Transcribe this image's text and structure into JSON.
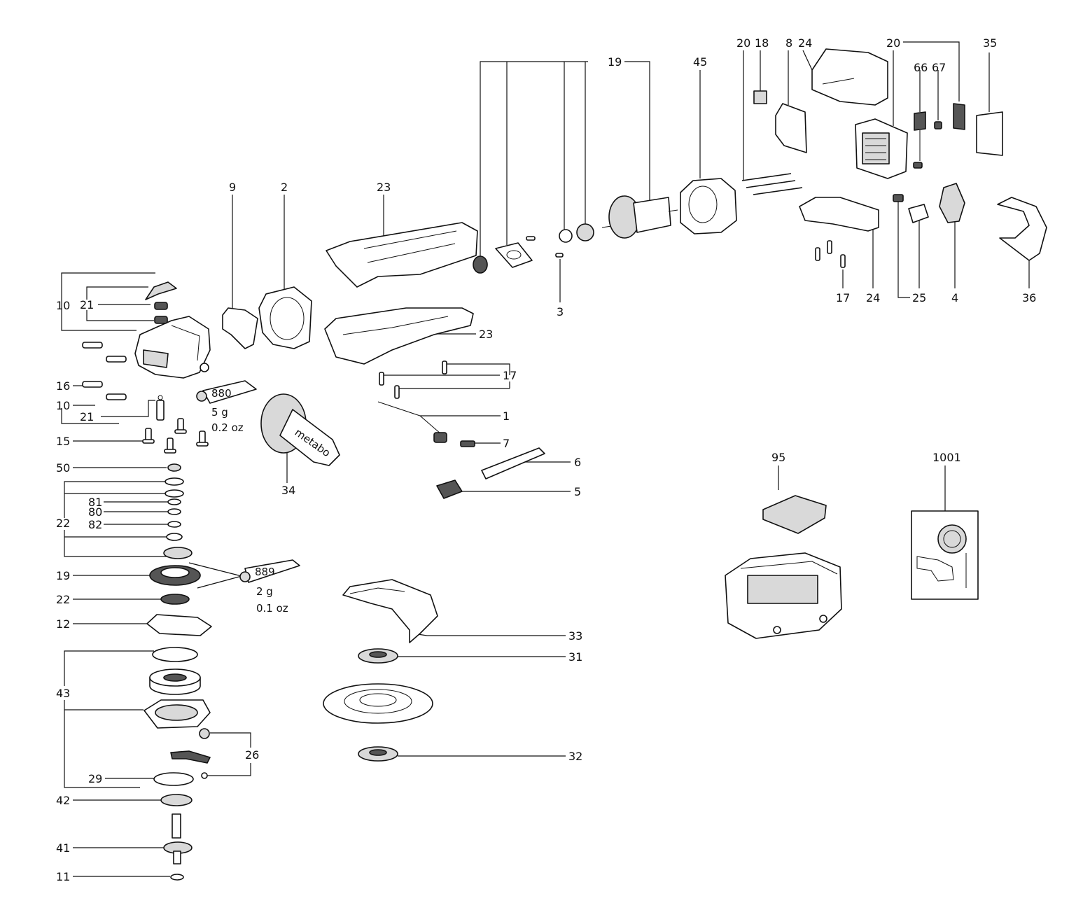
{
  "labels": {
    "p1": "1",
    "p2": "2",
    "p3": "3",
    "p4": "4",
    "p5": "5",
    "p6": "6",
    "p7": "7",
    "p8": "8",
    "p9": "9",
    "p10a": "10",
    "p10b": "10",
    "p11": "11",
    "p12": "12",
    "p15": "15",
    "p16": "16",
    "p17a": "17",
    "p17b": "17",
    "p18": "18",
    "p19a": "19",
    "p19b": "19",
    "p20a": "20",
    "p20b": "20",
    "p21a": "21",
    "p21b": "21",
    "p22a": "22",
    "p22b": "22",
    "p23a": "23",
    "p23b": "23",
    "p24a": "24",
    "p24b": "24",
    "p25": "25",
    "p26": "26",
    "p29": "29",
    "p31": "31",
    "p32": "32",
    "p33": "33",
    "p34": "34",
    "p35": "35",
    "p36": "36",
    "p41": "41",
    "p42": "42",
    "p43": "43",
    "p45": "45",
    "p50": "50",
    "p66": "66",
    "p67": "67",
    "p80": "80",
    "p81": "81",
    "p82": "82",
    "p95": "95",
    "p1001": "1001"
  },
  "grease_880": {
    "code": "880",
    "weight_g": "5 g",
    "weight_oz": "0.2 oz"
  },
  "grease_889": {
    "code": "889",
    "weight_g": "2 g",
    "weight_oz": "0.1 oz"
  },
  "brand_text": "metabo"
}
